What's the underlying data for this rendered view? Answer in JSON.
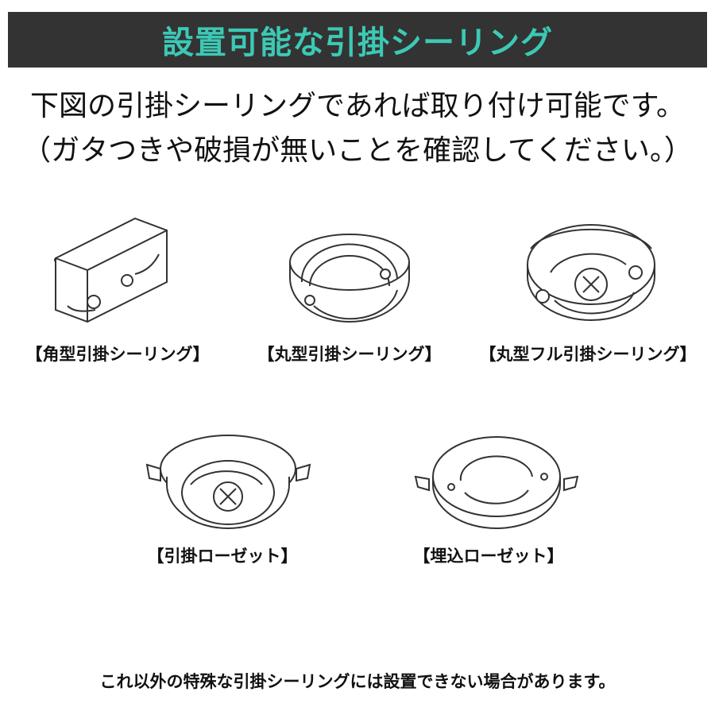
{
  "header": {
    "title": "設置可能な引掛シーリング",
    "title_color": "#3cc9b5",
    "bg_color": "#333333"
  },
  "lead": {
    "line1": "下図の引掛シーリングであれば取り付け可能です。",
    "line2": "（ガタつきや破損が無いことを確認してください。）"
  },
  "fixtures": [
    {
      "label": "【角型引掛シーリング】",
      "icon": "square-ceiling-outlet-icon"
    },
    {
      "label": "【丸型引掛シーリング】",
      "icon": "round-ceiling-outlet-icon"
    },
    {
      "label": "【丸型フル引掛シーリング】",
      "icon": "round-full-ceiling-outlet-icon"
    },
    {
      "label": "【引掛ローゼット】",
      "icon": "hook-rosette-icon"
    },
    {
      "label": "【埋込ローゼット】",
      "icon": "embedded-rosette-icon"
    }
  ],
  "note": "これ以外の特殊な引掛シーリングには設置できない場合があります。"
}
